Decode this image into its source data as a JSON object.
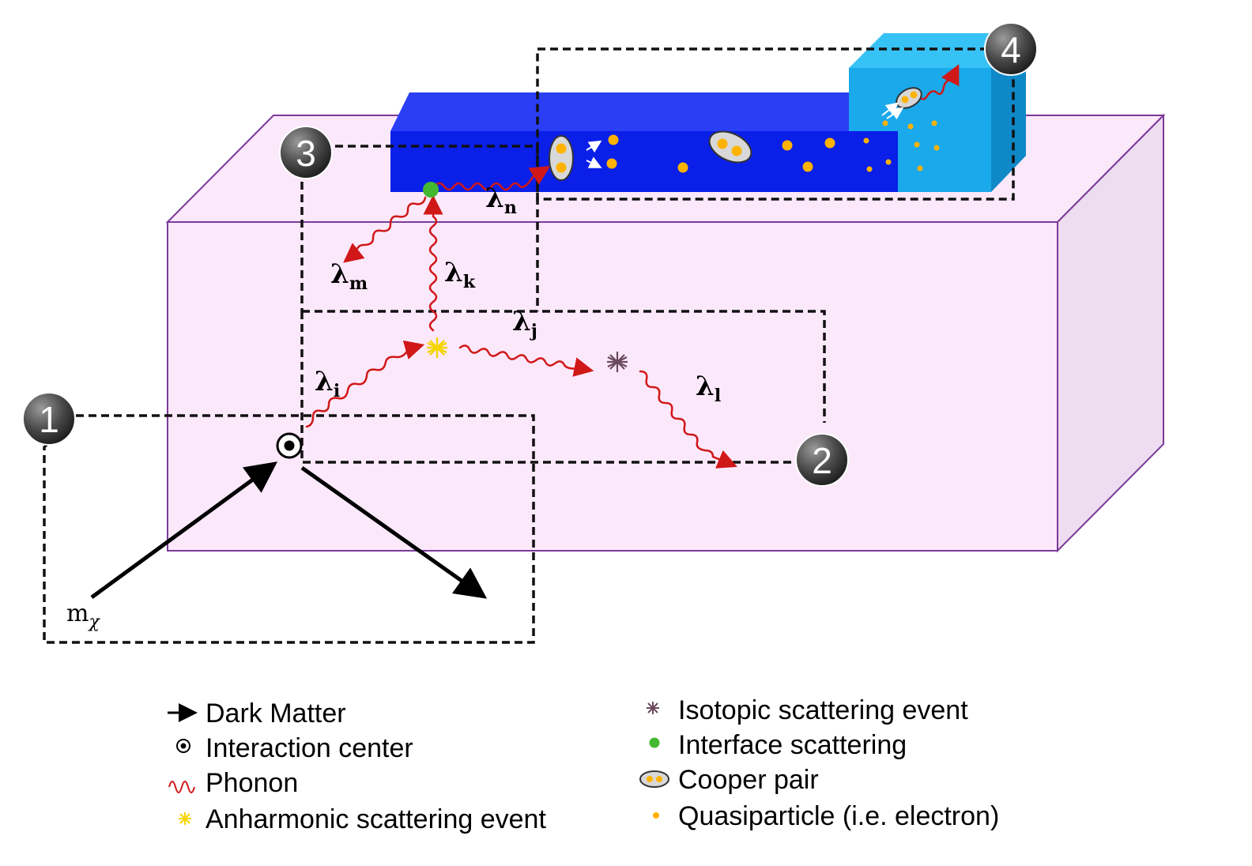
{
  "diagram": {
    "steps": [
      "1",
      "2",
      "3",
      "4"
    ],
    "phonon_labels": {
      "i": {
        "symbol": "λ",
        "sub": "i"
      },
      "j": {
        "symbol": "λ",
        "sub": "j"
      },
      "k": {
        "symbol": "λ",
        "sub": "k"
      },
      "l": {
        "symbol": "λ",
        "sub": "l"
      },
      "m": {
        "symbol": "λ",
        "sub": "m"
      },
      "n": {
        "symbol": "λ",
        "sub": "n"
      }
    },
    "dark_matter_label": {
      "symbol": "m",
      "sub": "χ"
    }
  },
  "legend": {
    "left": [
      {
        "icon": "arrow-icon",
        "label": "Dark Matter"
      },
      {
        "icon": "interaction-center-icon",
        "label": "Interaction center"
      },
      {
        "icon": "phonon-wave-icon",
        "label": "Phonon"
      },
      {
        "icon": "anharmonic-burst-icon",
        "label": "Anharmonic scattering event"
      }
    ],
    "right": [
      {
        "icon": "isotopic-burst-icon",
        "label": "Isotopic scattering event"
      },
      {
        "icon": "interface-dot-icon",
        "label": "Interface scattering"
      },
      {
        "icon": "cooper-pair-icon",
        "label": "Cooper pair"
      },
      {
        "icon": "quasiparticle-dot-icon",
        "label": "Quasiparticle (i.e. electron)"
      }
    ]
  },
  "colors": {
    "crystal_face": "#fce8fb",
    "crystal_side": "#eedcf0",
    "crystal_edge": "#7a3a9a",
    "film_dark": "#0a1fe8",
    "film_top": "#2a3ff5",
    "absorber_front": "#1aa9ea",
    "absorber_top": "#37c2f5",
    "absorber_side": "#0f88c7",
    "phonon": "#d01818",
    "interface_dot": "#44b830",
    "quasiparticle": "#ffb300",
    "anharmonic": "#f5d400",
    "isotopic": "#6b4a5e"
  }
}
